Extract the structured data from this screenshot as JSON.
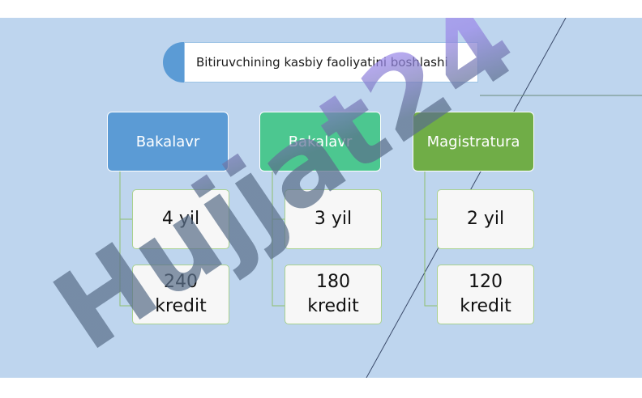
{
  "title": "Bitiruvchining kasbiy faoliyatini boshlashi",
  "watermark": "Hujjat24",
  "columns": [
    {
      "label": "Bakalavr",
      "color": "#5b9bd5",
      "items": [
        "4 yil",
        "240 kredit"
      ]
    },
    {
      "label": "Bakalavr",
      "color": "#4cc790",
      "items": [
        "3 yil",
        "180 kredit"
      ]
    },
    {
      "label": "Magistratura",
      "color": "#70ad47",
      "items": [
        "2 yil",
        "120 kredit"
      ]
    }
  ]
}
